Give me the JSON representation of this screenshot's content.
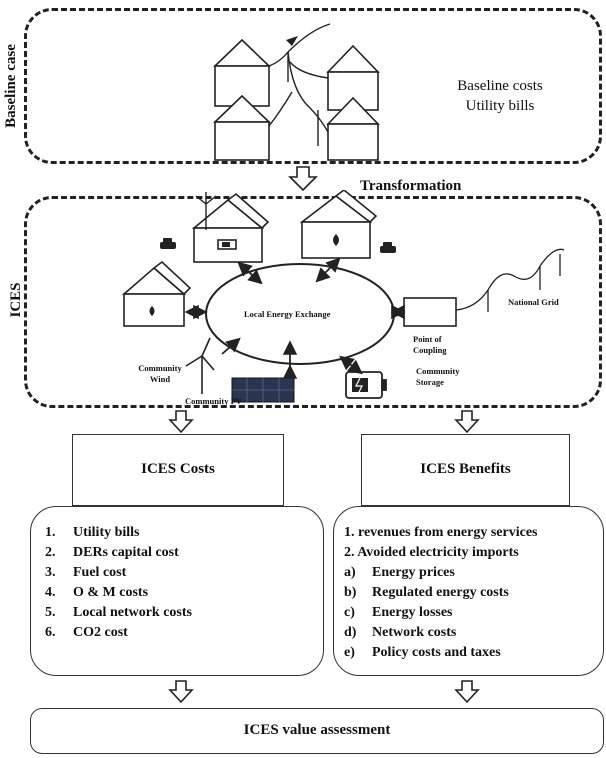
{
  "baseline": {
    "side_label": "Baseline case",
    "costs_line1": "Baseline costs",
    "costs_line2": "Utility bills"
  },
  "transformation": "Transformation",
  "ices": {
    "side_label": "ICES",
    "exchange": "Local Energy Exchange",
    "national_grid": "National Grid",
    "poc_line1": "Point of",
    "poc_line2": "Coupling",
    "storage_line1": "Community",
    "storage_line2": "Storage",
    "wind_line1": "Community",
    "wind_line2": "Wind",
    "pv": "Community PV"
  },
  "costs": {
    "title": "ICES Costs",
    "items": [
      {
        "num": "1.",
        "text": "Utility bills"
      },
      {
        "num": "2.",
        "text": "DERs capital cost"
      },
      {
        "num": "3.",
        "text": "Fuel cost"
      },
      {
        "num": "4.",
        "text": "O & M costs"
      },
      {
        "num": "5.",
        "text": "Local network costs"
      },
      {
        "num": "6.",
        "text": "CO2 cost"
      }
    ]
  },
  "benefits": {
    "title": "ICES Benefits",
    "item1": "1. revenues from energy services",
    "item2": "2. Avoided electricity imports",
    "sub": [
      {
        "num": "a)",
        "text": "Energy prices"
      },
      {
        "num": "b)",
        "text": "Regulated energy costs"
      },
      {
        "num": "c)",
        "text": "Energy losses"
      },
      {
        "num": "d)",
        "text": "Network costs"
      },
      {
        "num": "e)",
        "text": "Policy costs and taxes"
      }
    ]
  },
  "assessment": "ICES value assessment",
  "colors": {
    "line": "#222222",
    "panel": "#2a3550"
  }
}
